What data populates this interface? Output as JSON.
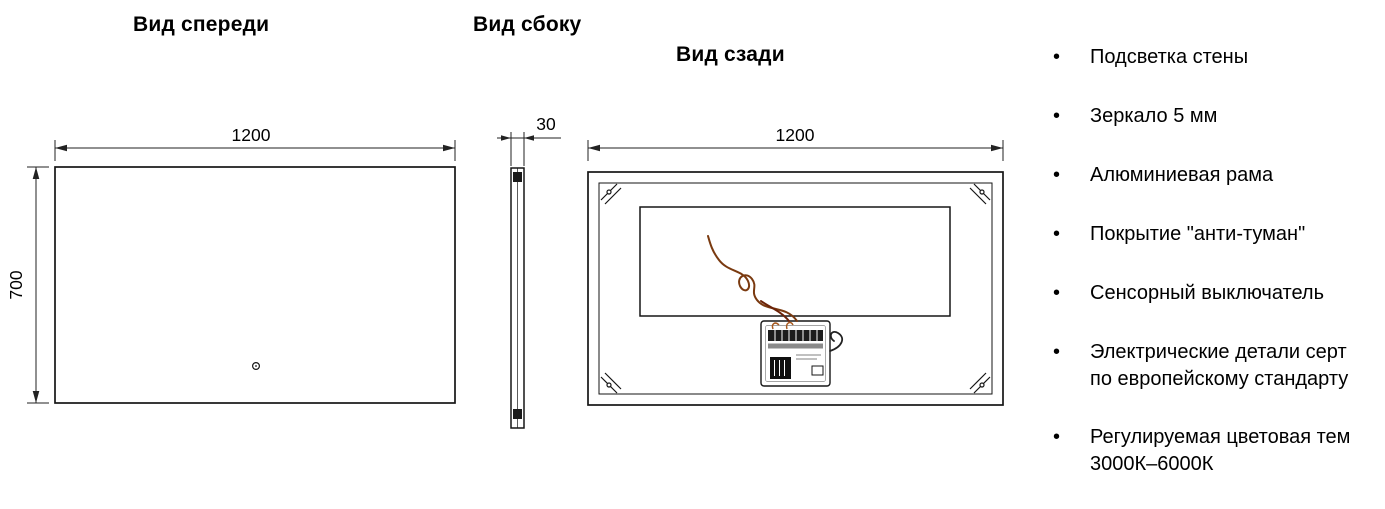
{
  "views": {
    "front": {
      "title": "Вид спереди",
      "width_label": "1200",
      "height_label": "700"
    },
    "side": {
      "title": "Вид сбоку",
      "depth_label": "30"
    },
    "back": {
      "title": "Вид сзади",
      "width_label": "1200"
    }
  },
  "features": {
    "bullet": "•",
    "items": [
      {
        "lines": [
          "Подсветка стены"
        ]
      },
      {
        "lines": [
          "Зеркало 5 мм"
        ]
      },
      {
        "lines": [
          "Алюминиевая рама"
        ]
      },
      {
        "lines": [
          "Покрытие \"анти-туман\""
        ]
      },
      {
        "lines": [
          "Сенсорный выключатель"
        ]
      },
      {
        "lines": [
          "Электрические детали серт",
          "по европейскому стандарту"
        ]
      },
      {
        "lines": [
          "Регулируемая цветовая тем",
          "3000К–6000К"
        ]
      }
    ]
  },
  "colors": {
    "line": "#161616",
    "wire_brown": "#7a3a10",
    "wire_red": "#6b2208"
  }
}
